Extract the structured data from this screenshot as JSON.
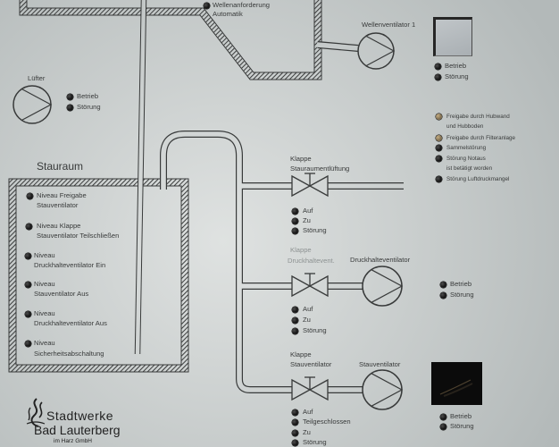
{
  "wellenanforderung": {
    "lines": [
      "Wellenanforderung",
      "Automatik"
    ]
  },
  "wellenventilator_1": {
    "label": "Wellenventilator 1",
    "lamps": [
      "Betrieb",
      "Störung"
    ]
  },
  "luefter": {
    "label": "Lüfter",
    "lamps": [
      "Betrieb",
      "Störung"
    ]
  },
  "meldungen": [
    {
      "lines": [
        "Freigabe durch Hubwand",
        "und Hubboden"
      ]
    },
    {
      "lines": [
        "Freigabe durch Filteranlage"
      ]
    },
    {
      "lines": [
        "Sammelstörung"
      ]
    },
    {
      "lines": [
        "Störung Notaus",
        "ist betätigt worden"
      ]
    },
    {
      "lines": [
        "Störung Luftdruckmangel"
      ]
    }
  ],
  "stauraum": {
    "title": "Stauraum",
    "niveaus": [
      {
        "lines": [
          "Niveau Freigabe",
          "Stauventilator"
        ]
      },
      {
        "lines": [
          "Niveau Klappe",
          "Stauventilator Teilschließen"
        ]
      },
      {
        "lines": [
          "Niveau",
          "Druckhalteventilator Ein"
        ]
      },
      {
        "lines": [
          "Niveau",
          "Stauventilator Aus"
        ]
      },
      {
        "lines": [
          "Niveau",
          "Druckhalteventilator Aus"
        ]
      },
      {
        "lines": [
          "Niveau",
          "Sicherheitsabschaltung"
        ]
      }
    ]
  },
  "klappe_stauraumentlueftung": {
    "lines": [
      "Klappe",
      "Stauraumentlüftung"
    ],
    "lamps": [
      "Auf",
      "Zu",
      "Störung"
    ]
  },
  "klappe_druckhalteventilator": {
    "lines": [
      "Klappe",
      "Druckhaltevent."
    ],
    "lamps": [
      "Auf",
      "Zu",
      "Störung"
    ]
  },
  "druckhalteventilator": {
    "label": "Druckhalteventilator",
    "lamps": [
      "Betrieb",
      "Störung"
    ]
  },
  "klappe_stauventilator": {
    "lines": [
      "Klappe",
      "Stauventilator"
    ],
    "lamps": [
      "Auf",
      "Teilgeschlossen",
      "Zu",
      "Störung"
    ]
  },
  "stauventilator": {
    "label": "Stauventilator",
    "lamps": [
      "Betrieb",
      "Störung"
    ]
  },
  "logo": {
    "name": "Stadtwerke",
    "city": "Bad Lauterberg",
    "suffix": "im Harz GmbH",
    "emblem_icon": "flame-wave-icon"
  },
  "colors": {
    "panel": "#dfe2e1",
    "panel_edge": "#b3b9b9",
    "ink": "#383a3a",
    "lamp": "#161616",
    "lamp_lit": "#7d6c4f",
    "display_grey": "#a9afb3",
    "display_dark": "#0b0b0b",
    "label_faded": "#8d9292"
  }
}
